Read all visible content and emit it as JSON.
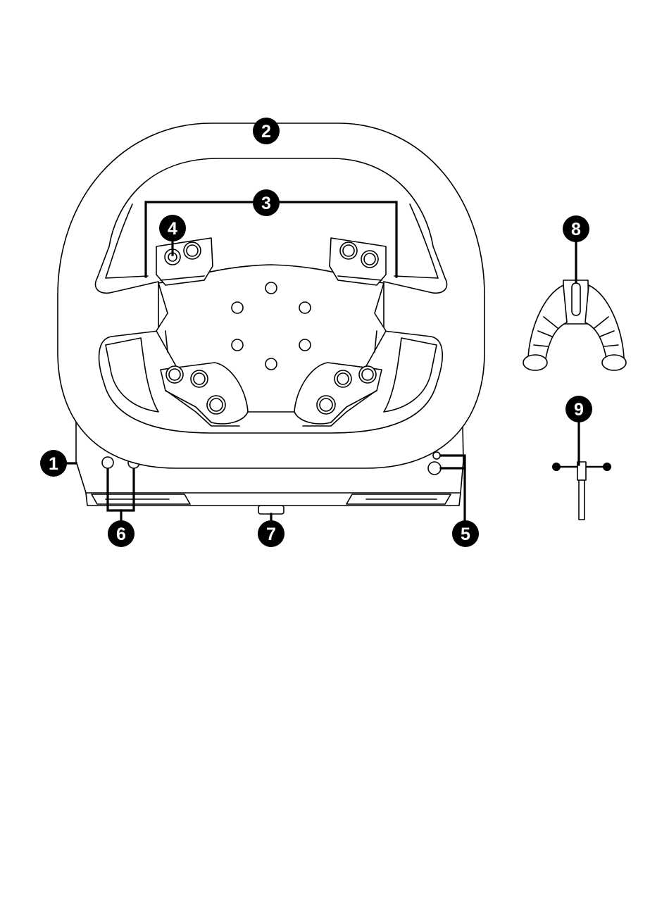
{
  "callouts": [
    {
      "label": "1"
    },
    {
      "label": "2"
    },
    {
      "label": "3"
    },
    {
      "label": "4"
    },
    {
      "label": "5"
    },
    {
      "label": "6"
    },
    {
      "label": "7"
    },
    {
      "label": "8"
    },
    {
      "label": "9"
    }
  ]
}
